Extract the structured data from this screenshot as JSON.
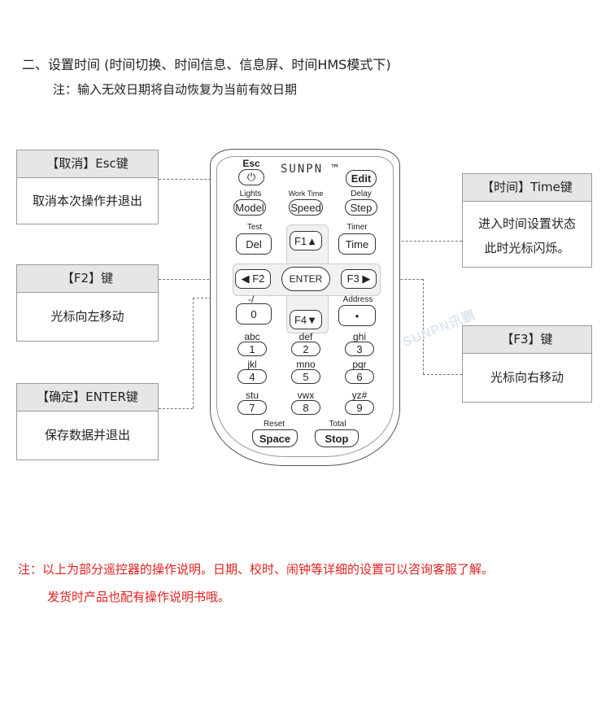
{
  "heading": "二、设置时间 (时间切换、时间信息、信息屏、时间HMS模式下)",
  "note": "注：输入无效日期将自动恢复为当前有效日期",
  "callouts": {
    "esc": {
      "title": "【取消】Esc键",
      "desc": "取消本次操作并退出"
    },
    "f2": {
      "title": "【F2】键",
      "desc": "光标向左移动"
    },
    "enter": {
      "title": "【确定】ENTER键",
      "desc": "保存数据并退出"
    },
    "time": {
      "title": "【时间】Time键",
      "desc_line1": "进入时间设置状态",
      "desc_line2": "此时光标闪烁。"
    },
    "f3": {
      "title": "【F3】键",
      "desc": "光标向右移动"
    }
  },
  "remote": {
    "brand": "SUNPN ™",
    "esc_label": "Esc",
    "power_symbol": "⏻",
    "edit": "Edit",
    "lights_label": "Lights",
    "model": "Model",
    "worktime_label": "Work Time",
    "speed": "Speed",
    "delay_label": "Delay",
    "step": "Step",
    "test_label": "Test",
    "del": "Del",
    "f1": "F1▲",
    "timer_label": "Timer",
    "time": "Time",
    "f2": "◀ F2",
    "enter": "ENTER",
    "f3": "F3 ▶",
    "minus_label": "-/_",
    "zero": "0",
    "f4": "F4▼",
    "address_label": "Address",
    "dot": "•",
    "k1_label": "abc",
    "k1": "1",
    "k2_label": "def",
    "k2": "2",
    "k3_label": "ghi",
    "k3": "3",
    "k4_label": "jkl",
    "k4": "4",
    "k5_label": "mno",
    "k5": "5",
    "k6_label": "pqr",
    "k6": "6",
    "k7_label": "stu",
    "k7": "7",
    "k8_label": "vwx",
    "k8": "8",
    "k9_label": "yz#",
    "k9": "9",
    "reset_label": "Reset",
    "space": "Space",
    "total_label": "Total",
    "stop": "Stop"
  },
  "watermark": "SUNPN讯鹏",
  "footer_line1": "注：以上为部分遥控器的操作说明。日期、校时、闹钟等详细的设置可以咨询客服了解。",
  "footer_line2": "发货时产品也配有操作说明书哦。"
}
